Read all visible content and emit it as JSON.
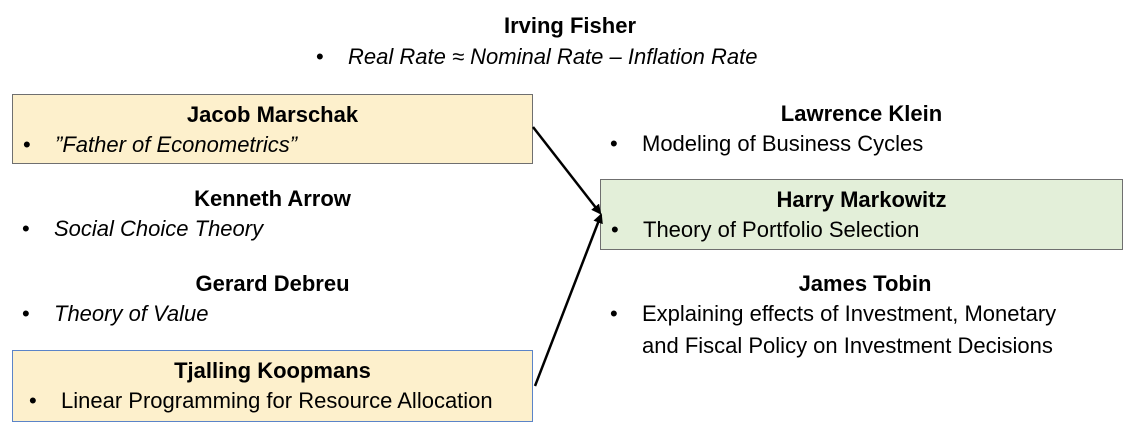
{
  "fisher": {
    "name": "Irving Fisher",
    "bullet": "Real Rate ≈ Nominal Rate – Inflation Rate"
  },
  "marschak": {
    "name": "Jacob Marschak",
    "bullet": "”Father of Econometrics”",
    "fill": "#fdf0cc"
  },
  "arrow": {
    "name": "Kenneth Arrow",
    "bullet": "Social Choice Theory"
  },
  "debreu": {
    "name": "Gerard Debreu",
    "bullet": "Theory of Value"
  },
  "koopmans": {
    "name": "Tjalling Koopmans",
    "bullet": "Linear Programming for Resource Allocation",
    "fill": "#fdf0cc"
  },
  "klein": {
    "name": "Lawrence Klein",
    "bullet": "Modeling of Business Cycles"
  },
  "markowitz": {
    "name": "Harry Markowitz",
    "bullet": "Theory of Portfolio Selection",
    "fill": "#e3efd9"
  },
  "tobin": {
    "name": "James Tobin",
    "bullet_line1": "Explaining effects of Investment, Monetary",
    "bullet_line2": "and Fiscal Policy on Investment Decisions"
  },
  "bullet_glyph": "•",
  "edges": [
    {
      "from": "Jacob Marschak",
      "to": "Harry Markowitz"
    },
    {
      "from": "Tjalling Koopmans",
      "to": "Harry Markowitz"
    }
  ]
}
